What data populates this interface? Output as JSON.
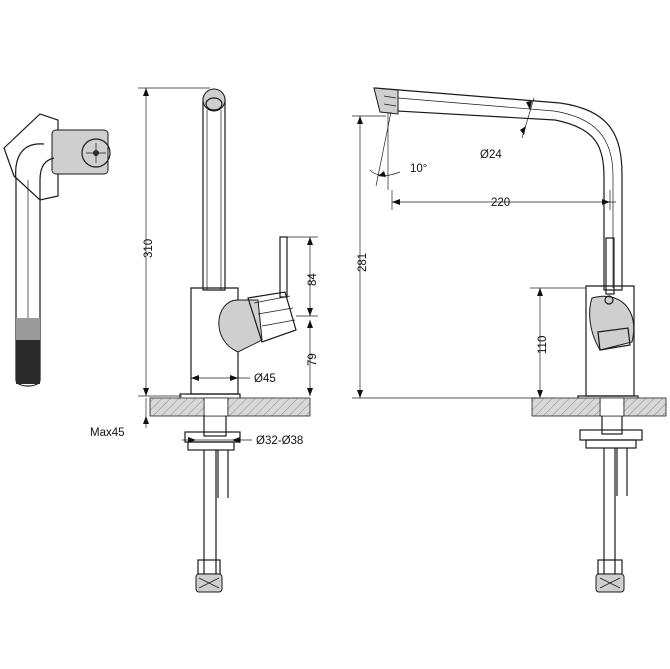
{
  "dimensions": {
    "height_total": "310",
    "lever_height": "84",
    "body_upper": "79",
    "body_diameter": "Ø45",
    "max_thickness": "Max45",
    "hole_range": "Ø32-Ø38",
    "spout_height": "281",
    "spout_tilt": "10°",
    "spout_diameter": "Ø24",
    "spout_reach": "220",
    "body_height_right": "110"
  },
  "views": [
    "top-view",
    "front-view",
    "side-view"
  ]
}
